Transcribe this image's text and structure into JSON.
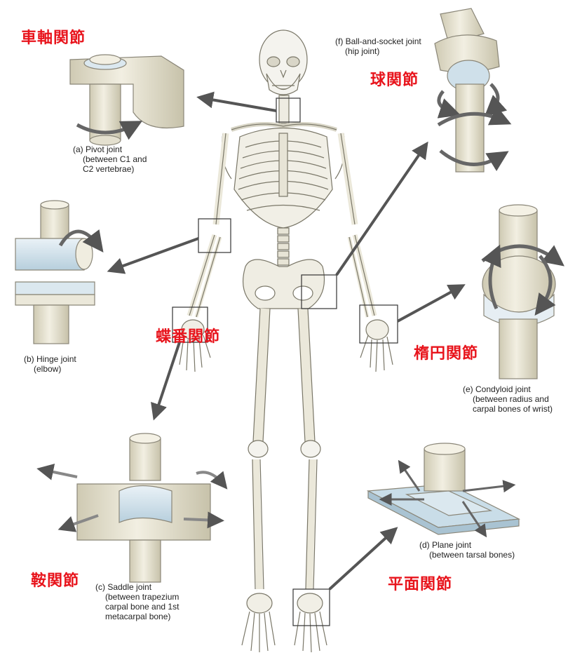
{
  "joints": {
    "pivot": {
      "jp": "車軸関節",
      "en": [
        "(a) Pivot joint",
        "(between C1 and",
        "C2 vertebrae)"
      ]
    },
    "hinge": {
      "jp": "蝶番関節",
      "en": [
        "(b) Hinge joint",
        "(elbow)"
      ]
    },
    "saddle": {
      "jp": "鞍関節",
      "en": [
        "(c) Saddle joint",
        "(between trapezium",
        "carpal bone and 1st",
        "metacarpal bone)"
      ]
    },
    "plane": {
      "jp": "平面関節",
      "en": [
        "(d) Plane joint",
        "(between tarsal bones)"
      ]
    },
    "condyloid": {
      "jp": "楕円関節",
      "en": [
        "(e) Condyloid joint",
        "(between radius and",
        "carpal bones of wrist)"
      ]
    },
    "ball": {
      "jp": "球関節",
      "en": [
        "(f) Ball-and-socket joint",
        "(hip joint)"
      ]
    }
  },
  "colors": {
    "label_red": "#e8141c",
    "bone_fill": "#e9e6d6",
    "bone_stroke": "#8a8678",
    "cartilage": "#c9dde8",
    "arrow": "#555555",
    "box_stroke": "#333333"
  }
}
